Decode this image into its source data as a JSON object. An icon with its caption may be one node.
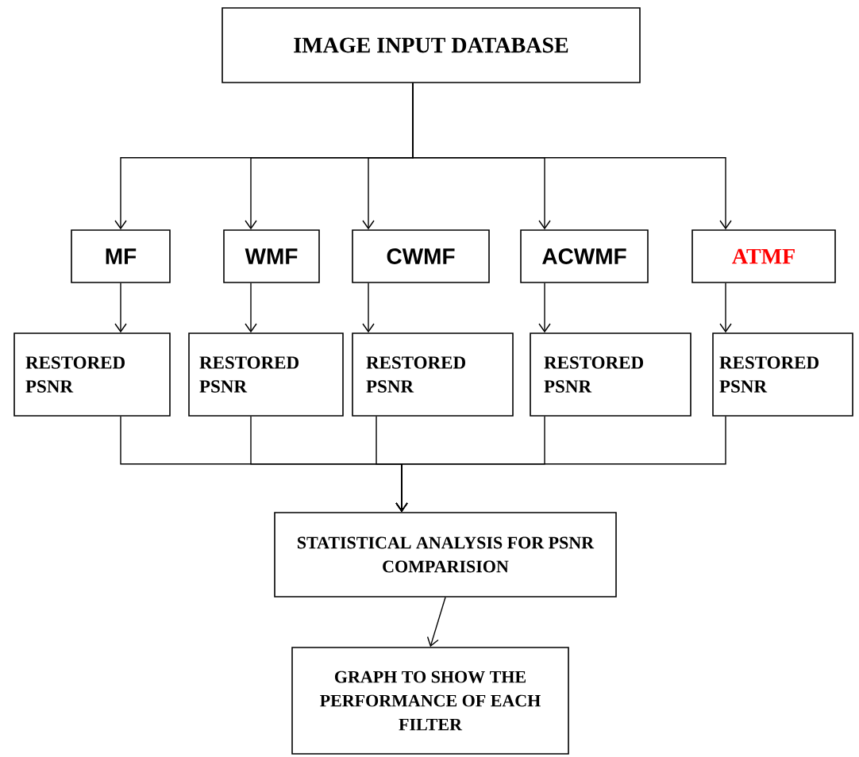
{
  "diagram": {
    "nodes": [
      {
        "text": [
          "IMAGE INPUT DATABASE"
        ]
      },
      {
        "text": [
          "MF"
        ]
      },
      {
        "text": [
          "WMF"
        ]
      },
      {
        "text": [
          "CWMF"
        ]
      },
      {
        "text": [
          "ACWMF"
        ]
      },
      {
        "text": [
          "ATMF"
        ]
      },
      {
        "text": [
          "RESTORED PSNR"
        ]
      },
      {
        "text": [
          "RESTORED PSNR"
        ]
      },
      {
        "text": [
          "RESTORED PSNR"
        ]
      },
      {
        "text": [
          "RESTORED PSNR"
        ]
      },
      {
        "text": [
          "RESTORED PSNR"
        ]
      },
      {
        "text": [
          "STATISTICAL ANALYSIS FOR PSNR COMPARISION"
        ]
      },
      {
        "text": [
          "GRAPH TO SHOW THE PERFORMANCE OF EACH FILTER"
        ]
      }
    ],
    "edges": [
      {
        "from": 0,
        "to": 1,
        "arrow": "to"
      },
      {
        "from": 0,
        "to": 2,
        "arrow": "to"
      },
      {
        "from": 0,
        "to": 3,
        "arrow": "to"
      },
      {
        "from": 0,
        "to": 4,
        "arrow": "to"
      },
      {
        "from": 0,
        "to": 5,
        "arrow": "to"
      },
      {
        "from": 1,
        "to": 6,
        "arrow": "to"
      },
      {
        "from": 2,
        "to": 7,
        "arrow": "to"
      },
      {
        "from": 3,
        "to": 8,
        "arrow": "to"
      },
      {
        "from": 4,
        "to": 9,
        "arrow": "to"
      },
      {
        "from": 5,
        "to": 10,
        "arrow": "to"
      },
      {
        "from": 6,
        "to": 11,
        "arrow": "to"
      },
      {
        "from": 7,
        "to": 11,
        "arrow": "to"
      },
      {
        "from": 8,
        "to": 11,
        "arrow": "to"
      },
      {
        "from": 9,
        "to": 11,
        "arrow": "to"
      },
      {
        "from": 10,
        "to": 11,
        "arrow": "to"
      },
      {
        "from": 11,
        "to": 12,
        "arrow": "to"
      }
    ]
  }
}
